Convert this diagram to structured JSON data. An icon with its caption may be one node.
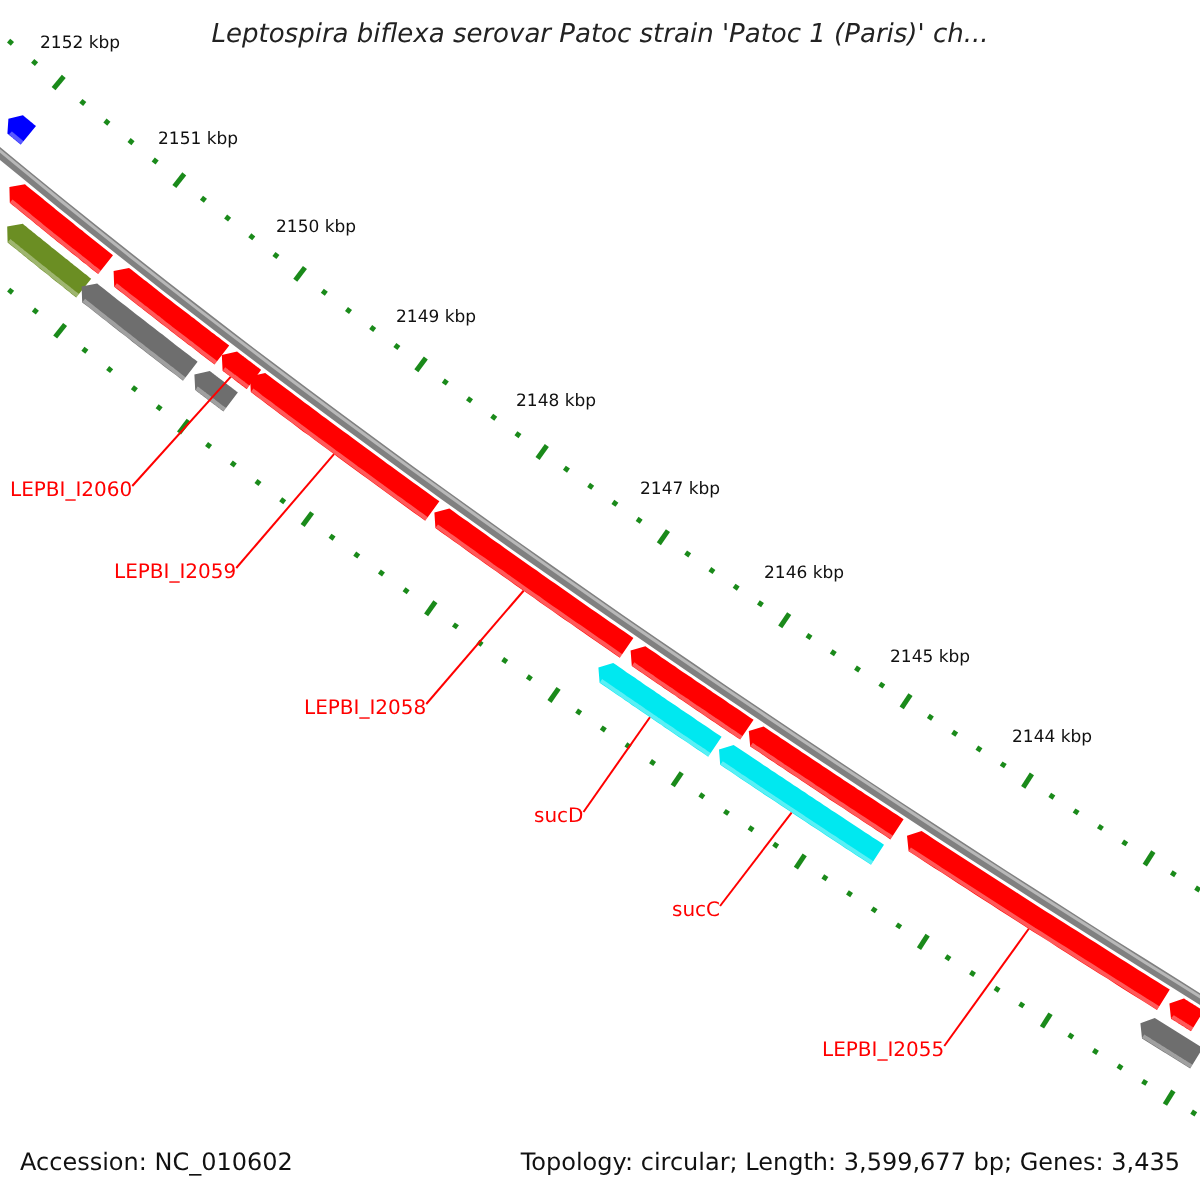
{
  "diagram": {
    "title": "Leptospira biflexa serovar Patoc strain 'Patoc 1 (Paris)' ch...",
    "nodes": [
      {
        "text": [
          "LEPBI_I2060"
        ]
      },
      {
        "text": [
          "LEPBI_I2059"
        ]
      },
      {
        "text": [
          "LEPBI_I2058"
        ]
      },
      {
        "text": [
          "sucD"
        ]
      },
      {
        "text": [
          "sucC"
        ]
      },
      {
        "text": [
          "LEPBI_I2055"
        ]
      },
      {
        "text": [],
        "shape": "bar"
      },
      {
        "text": [],
        "shape": "bar"
      },
      {
        "text": [],
        "shape": "bar"
      },
      {
        "text": [],
        "shape": "bar"
      },
      {
        "text": [],
        "shape": "bar"
      },
      {
        "text": [],
        "shape": "bar"
      },
      {
        "text": [],
        "shape": "bar"
      },
      {
        "text": [],
        "shape": "bar"
      },
      {
        "text": [],
        "shape": "bar"
      },
      {
        "text": [],
        "shape": "bar"
      },
      {
        "text": [],
        "shape": "bar"
      },
      {
        "text": [],
        "shape": "bar"
      },
      {
        "text": [],
        "shape": "bar"
      },
      {
        "text": [],
        "shape": "bar"
      },
      {
        "text": [],
        "shape": "bar"
      },
      {
        "text": [],
        "shape": "bar"
      }
    ],
    "edges": [
      {
        "from": 0,
        "to": 12,
        "arrow": "none"
      },
      {
        "from": 1,
        "to": 13,
        "arrow": "none"
      },
      {
        "from": 2,
        "to": 14,
        "arrow": "none"
      },
      {
        "from": 3,
        "to": 15,
        "arrow": "none"
      },
      {
        "from": 4,
        "to": 17,
        "arrow": "none"
      },
      {
        "from": 5,
        "to": 19,
        "arrow": "none"
      }
    ],
    "labels": [
      "2152 kbp",
      "2151 kbp",
      "2150 kbp",
      "2149 kbp",
      "2148 kbp",
      "2147 kbp",
      "2146 kbp",
      "2145 kbp",
      "2144 kbp",
      "Accession: NC_010602",
      "Topology: circular; Length: 3,599,677 bp; Genes: 3,435"
    ]
  }
}
